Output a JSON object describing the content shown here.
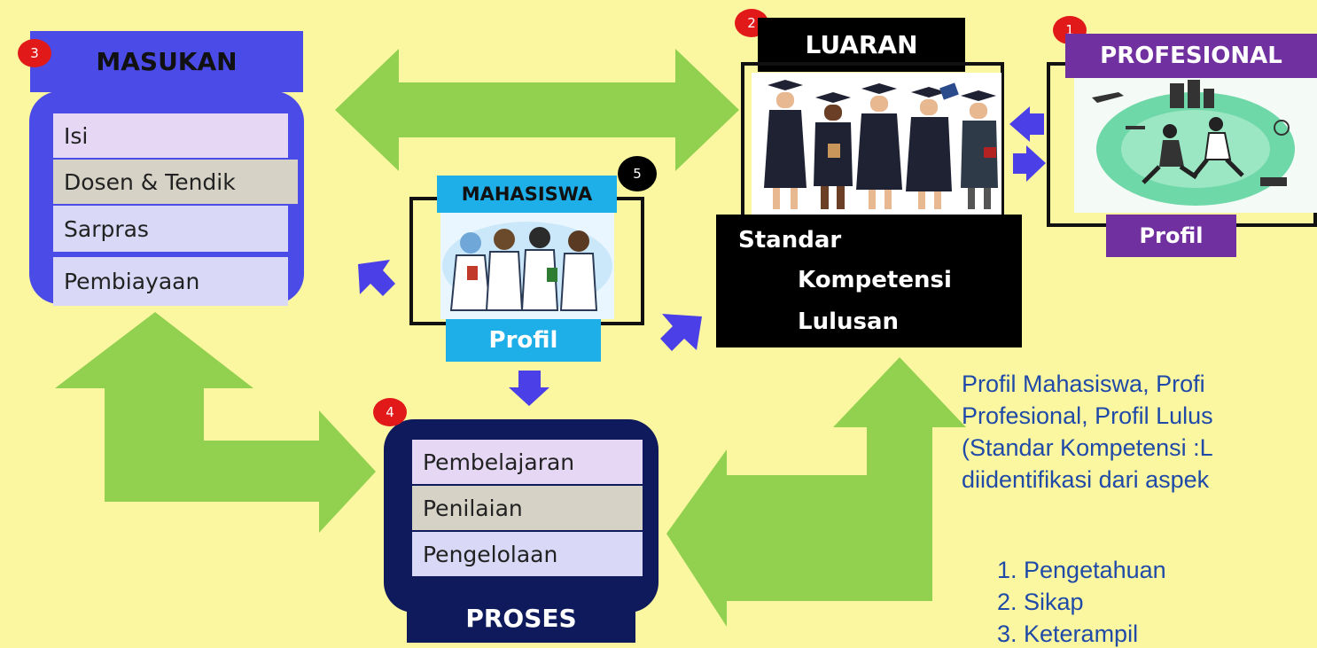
{
  "masukan": {
    "number": "3",
    "title": "MASUKAN",
    "items": [
      "Isi",
      "Dosen & Tendik",
      "Sarpras",
      "Pembiayaan"
    ]
  },
  "luaran": {
    "number": "2",
    "title": "LUARAN",
    "standard": [
      "Standar",
      "Kompetensi",
      "Lulusan"
    ]
  },
  "profesional": {
    "number": "1",
    "title": "PROFESIONAL",
    "profile_label": "Profil"
  },
  "mahasiswa": {
    "number": "5",
    "title": "MAHASISWA",
    "profile_label": "Profil"
  },
  "proses": {
    "number": "4",
    "title": "PROSES",
    "items": [
      "Pembelajaran",
      "Penilaian",
      "Pengelolaan"
    ]
  },
  "description": {
    "lines": [
      "Profil Mahasiswa, Profi",
      "Profesional, Profil Lulus",
      "(Standar Kompetensi :L",
      "diidentifikasi dari aspek"
    ],
    "aspects": [
      "1. Pengetahuan",
      "2. Sikap",
      "3. Keterampil"
    ]
  },
  "colors": {
    "background": "#FBF7A0",
    "arrow_green": "#92D050",
    "small_arrow_blue": "#4B3FE8",
    "masukan_blue": "#4B4BE8",
    "proses_navy": "#0E1A5C",
    "mahasiswa_cyan": "#1EAEE8",
    "profesional_purple": "#7030A0",
    "badge_red": "#E11919"
  }
}
